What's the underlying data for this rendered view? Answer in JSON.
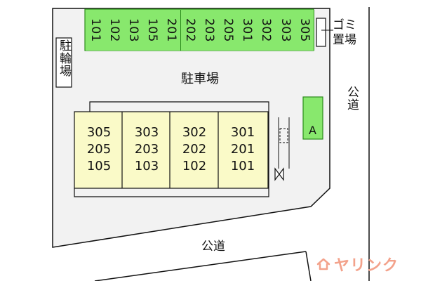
{
  "parking_slots": [
    "101",
    "102",
    "103",
    "105",
    "201",
    "202",
    "203",
    "205",
    "301",
    "302",
    "303",
    "305"
  ],
  "labels": {
    "parking_lot": "駐車場",
    "bicycle_parking": "駐輪場",
    "garbage_area": "ゴミ置場",
    "public_road_right": "公道",
    "public_road_bottom": "公道",
    "spot_a": "A"
  },
  "building_units": [
    [
      "305",
      "205",
      "105"
    ],
    [
      "303",
      "203",
      "103"
    ],
    [
      "302",
      "202",
      "102"
    ],
    [
      "301",
      "201",
      "101"
    ]
  ],
  "brand": {
    "name": "ヤリンク",
    "color": "#f3a28b"
  },
  "colors": {
    "parking_fill": "#88e86d",
    "parking_border": "#2c8a1c",
    "building_fill": "#fafac8",
    "site_fill": "#f2f2f2"
  }
}
